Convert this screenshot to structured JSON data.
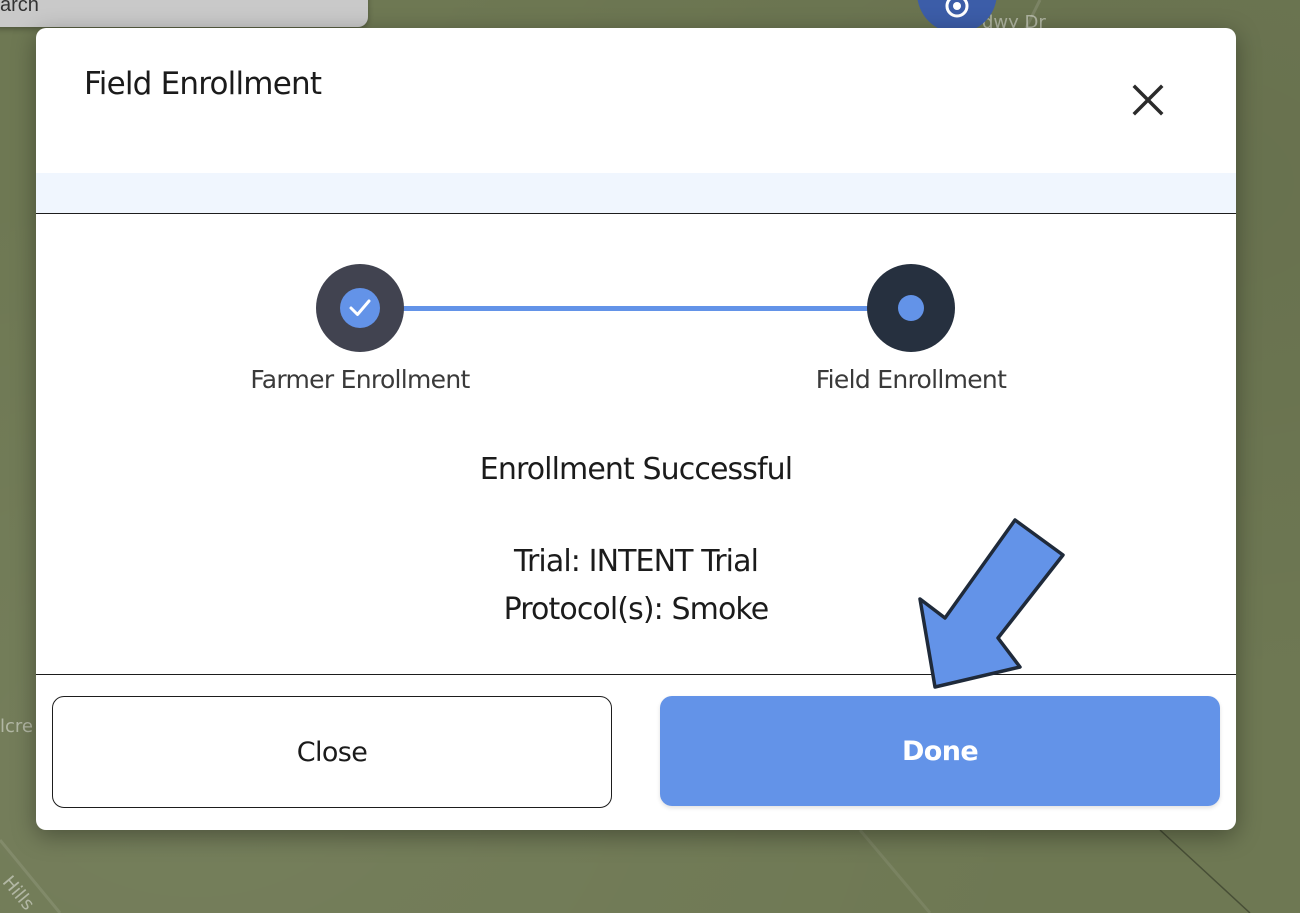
{
  "background": {
    "search_text": "arch",
    "map_labels": [
      "lcre",
      "Hills",
      "dwy Dr"
    ]
  },
  "modal": {
    "title": "Field Enrollment",
    "close_icon": "close-icon"
  },
  "stepper": {
    "steps": [
      {
        "label": "Farmer Enrollment",
        "status": "completed",
        "icon": "check-icon"
      },
      {
        "label": "Field Enrollment",
        "status": "active",
        "icon": "dot-icon"
      }
    ]
  },
  "result": {
    "title": "Enrollment Successful",
    "trial": "Trial: INTENT Trial",
    "protocols": "Protocol(s): Smoke"
  },
  "footer": {
    "close_label": "Close",
    "done_label": "Done"
  },
  "colors": {
    "accent": "#6393e8",
    "step_completed": "#414350",
    "step_active": "#26303f",
    "map": "#6e7853",
    "band": "#f0f6fe"
  },
  "annotation": {
    "icon": "arrow-pointer-icon"
  }
}
